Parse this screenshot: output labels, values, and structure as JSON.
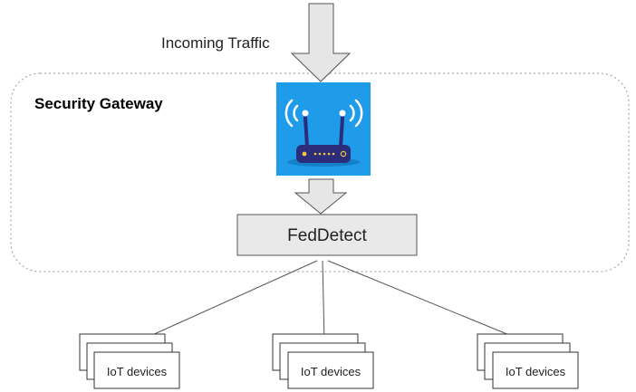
{
  "diagram": {
    "incoming_label": "Incoming Traffic",
    "gateway_label": "Security Gateway",
    "detector_label": "FedDetect",
    "device_groups": [
      {
        "label": "IoT devices"
      },
      {
        "label": "IoT devices"
      },
      {
        "label": "IoT devices"
      }
    ]
  },
  "icons": {
    "router": "router-icon"
  },
  "colors": {
    "router_bg": "#1E9BE9",
    "router_body": "#2B2D7A",
    "arrow_fill": "#E6E6E6",
    "box_fill": "#E9E9E9",
    "stroke": "#555555",
    "dotted_border": "#AAAAAA"
  }
}
